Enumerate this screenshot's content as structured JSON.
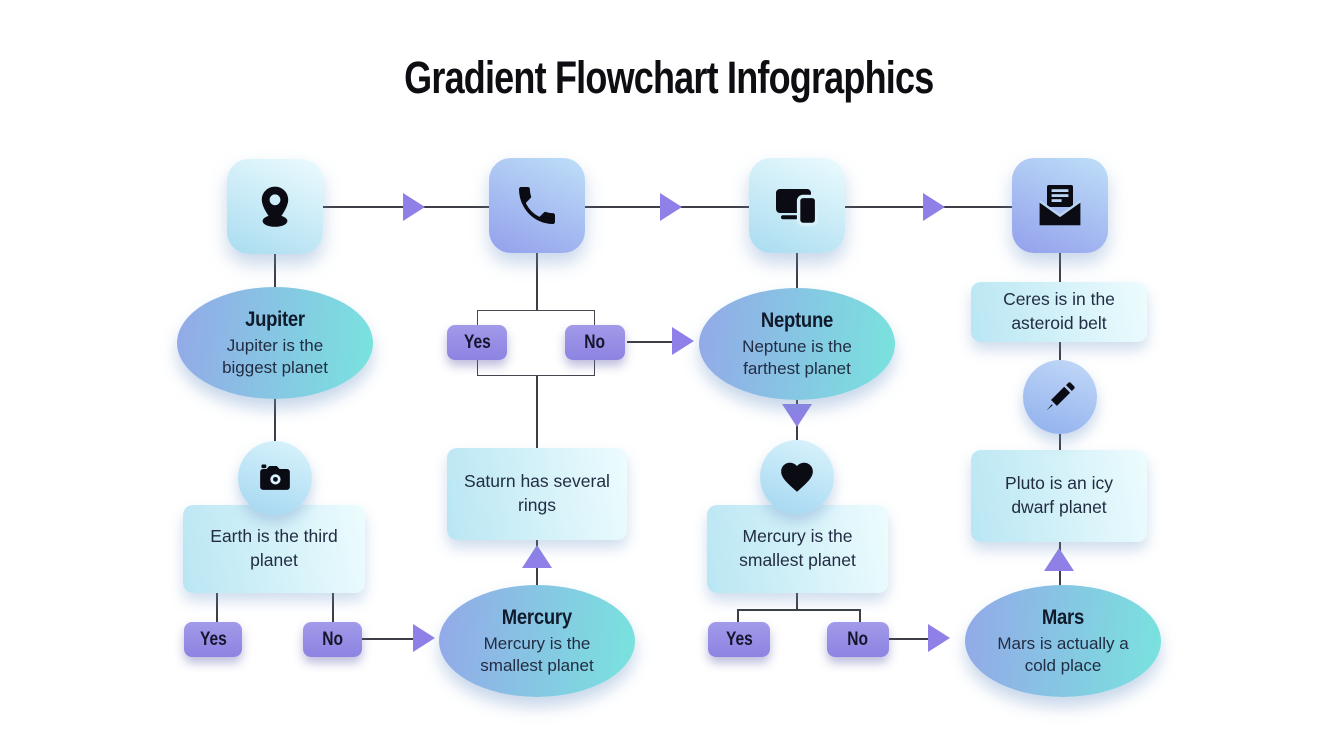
{
  "title": "Gradient Flowchart Infographics",
  "top_nodes": [
    {
      "icon": "location-pin-icon"
    },
    {
      "icon": "phone-icon"
    },
    {
      "icon": "devices-icon"
    },
    {
      "icon": "envelope-letter-icon"
    }
  ],
  "ellipses": [
    {
      "title": "Jupiter",
      "text": "Jupiter is the biggest planet"
    },
    {
      "title": "Mercury",
      "text": "Mercury is the smallest planet"
    },
    {
      "title": "Neptune",
      "text": "Neptune is the farthest planet"
    },
    {
      "title": "Mars",
      "text": "Mars is actually a cold place"
    }
  ],
  "boxes": [
    {
      "text": "Earth is the third planet"
    },
    {
      "text": "Saturn has several rings"
    },
    {
      "text": "Mercury is the smallest planet"
    },
    {
      "text": "Ceres is in the asteroid belt"
    },
    {
      "text": "Pluto is an icy dwarf planet"
    }
  ],
  "decisions": [
    {
      "yes": "Yes",
      "no": "No"
    },
    {
      "yes": "Yes",
      "no": "No"
    },
    {
      "yes": "Yes",
      "no": "No"
    }
  ],
  "circle_icons": [
    "camera-icon",
    "heart-icon",
    "pencil-icon"
  ],
  "colors": {
    "arrow": "#8f80e8",
    "decision_fill": "#9c93e8",
    "connector_line": "#3e3e46",
    "square_light_start": "#ecfbfe",
    "square_light_end": "#a9dcf0",
    "square_blue_start": "#bedff8",
    "square_blue_end": "#93a0ec",
    "ellipse_start": "#93a9e8",
    "ellipse_end": "#79e3de",
    "box_start": "#b9e6f3",
    "box_end": "#edfcfe",
    "text_dark": "#1c2433",
    "title_color": "#0e0e12"
  }
}
